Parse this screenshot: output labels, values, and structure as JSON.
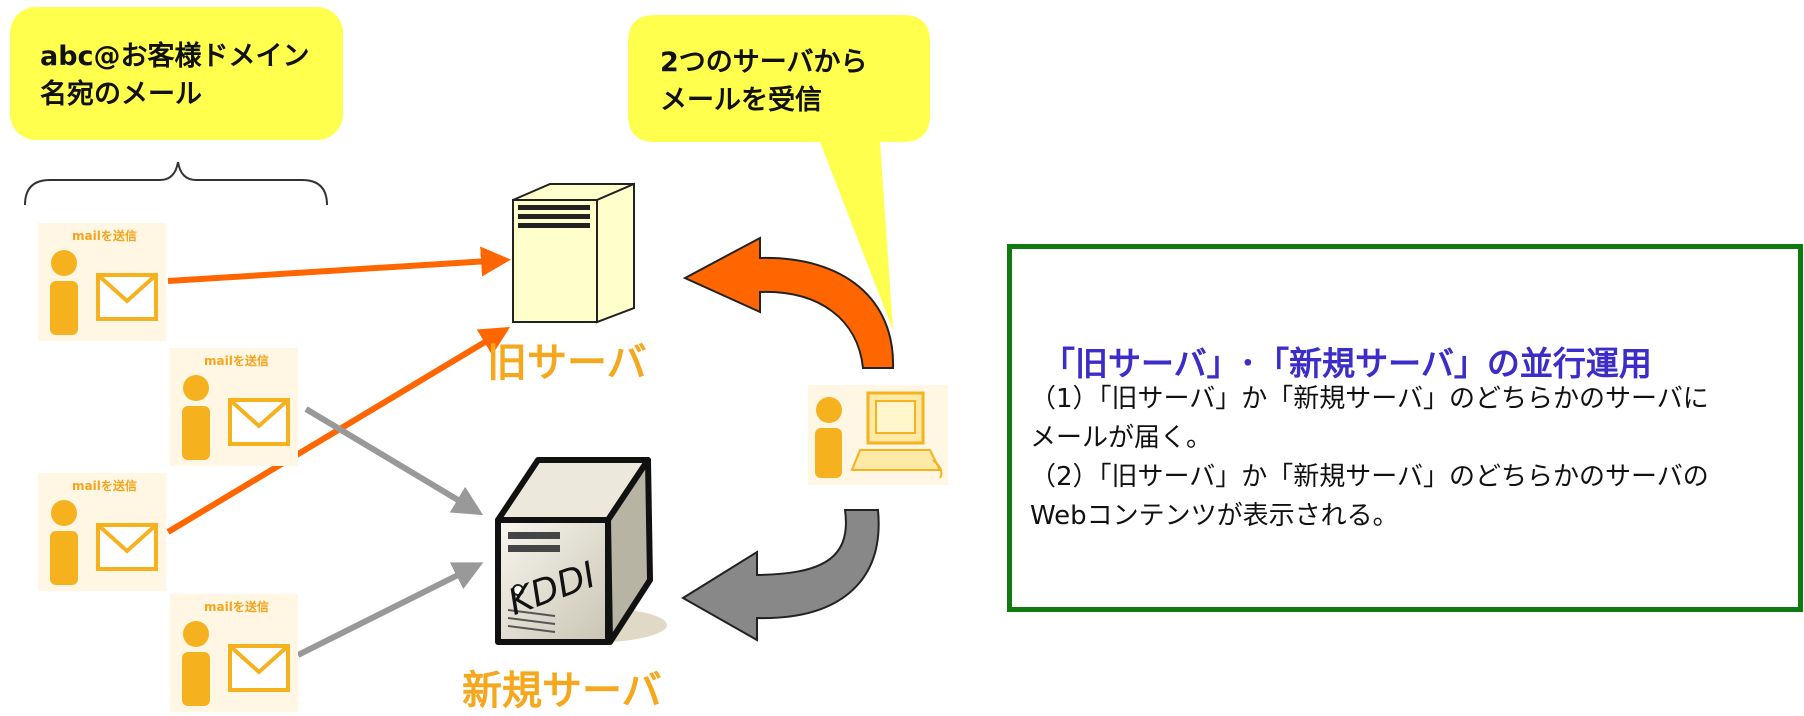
{
  "callout_left": {
    "line1": "abc@お客様ドメイン",
    "line2": "名宛のメール",
    "color": "#ffff4d"
  },
  "callout_right": {
    "line1": "2つのサーバから",
    "line2": "メールを受信",
    "color": "#ffff4d"
  },
  "senders": [
    {
      "tag": "mailを送信"
    },
    {
      "tag": "mailを送信"
    },
    {
      "tag": "mailを送信"
    },
    {
      "tag": "mailを送信"
    }
  ],
  "old_server": {
    "label": "旧サーバ"
  },
  "new_server": {
    "label": "新規サーバ",
    "brand": "KDDI"
  },
  "info_box": {
    "title": "「旧サーバ」･「新規サーバ」の並行運用",
    "lines": [
      "（1）「旧サーバ」か「新規サーバ」のどちらかのサーバに",
      "メールが届く。",
      "（2）「旧サーバ」か「新規サーバ」のどちらかのサーバの",
      "Webコンテンツが表示される。"
    ],
    "border_color": "#0f7a0f",
    "title_color": "#3c2cc8"
  },
  "colors": {
    "orange_arrow": "#ff6600",
    "gray_arrow": "#999999",
    "label_orange": "#f5a81e"
  }
}
